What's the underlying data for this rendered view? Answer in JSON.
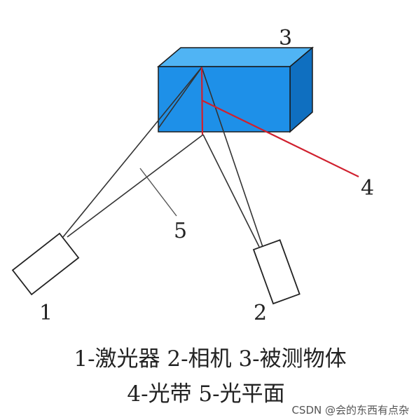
{
  "diagram": {
    "labels": {
      "laser": "1",
      "camera": "2",
      "object": "3",
      "light_strip": "4",
      "light_plane": "5"
    },
    "caption": {
      "line1": "1-激光器 2-相机 3-被测物体",
      "line2": "4-光带  5-光平面"
    },
    "colors": {
      "box_front": "#1E90E8",
      "box_top": "#50B4F4",
      "box_side": "#0F6FC0",
      "light_strip": "#D0202E",
      "ray_lines": "#333333"
    }
  },
  "watermark": "CSDN @会的东西有点杂"
}
